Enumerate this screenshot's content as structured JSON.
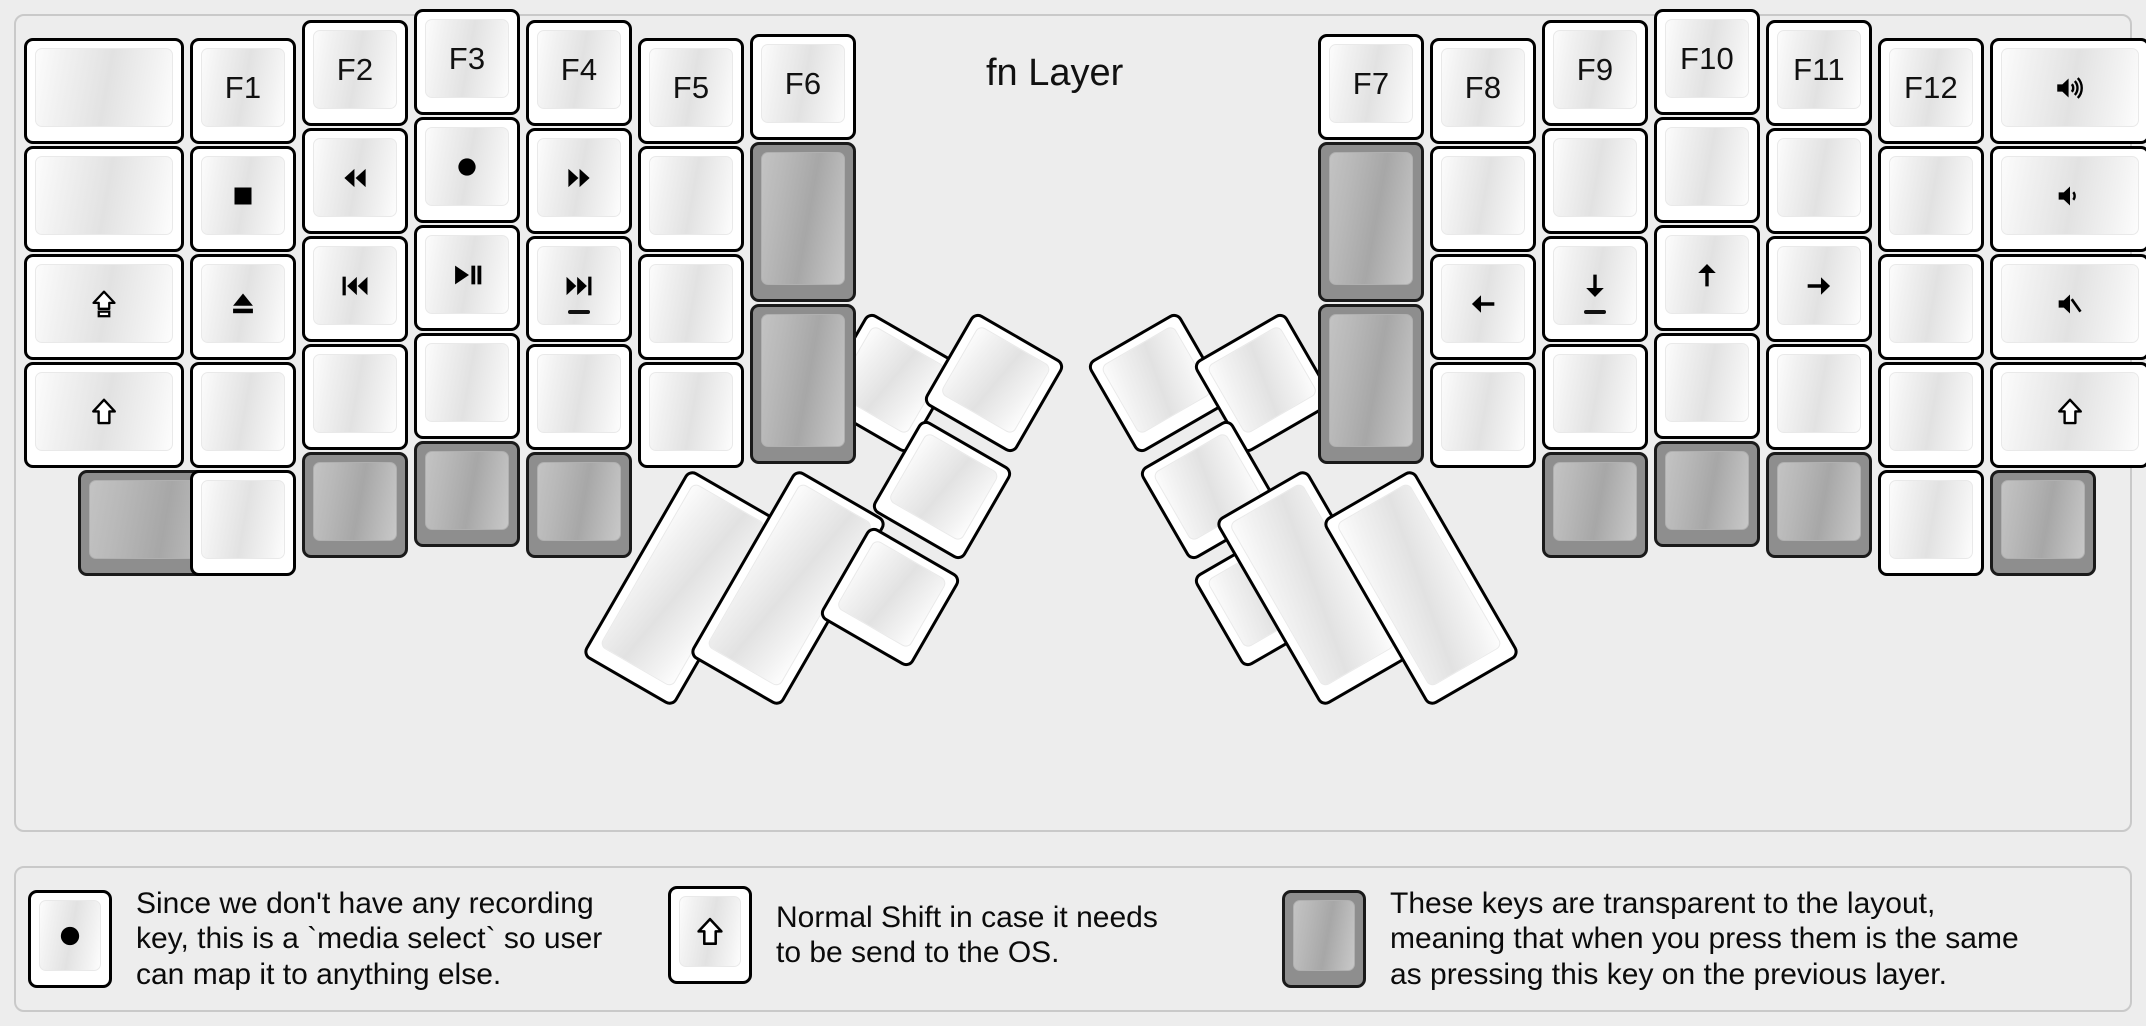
{
  "title": "fn Layer",
  "colors": {
    "background": "#ededed",
    "panel_border": "#c9c9c9",
    "key_fill": "#ffffff",
    "key_border": "#000000",
    "transparent_key_fill": "#8e8e8e",
    "transparent_cap_fill": "#b4b4b4",
    "text": "#111111"
  },
  "left_half": {
    "columns": [
      {
        "name": "col-outer-left",
        "keys": [
          {
            "label": "",
            "icon": "",
            "style": "normal"
          },
          {
            "label": "",
            "icon": "",
            "style": "normal"
          },
          {
            "label": "",
            "icon": "caps-lock",
            "style": "normal"
          },
          {
            "label": "",
            "icon": "shift",
            "style": "normal"
          },
          {
            "label": "",
            "icon": "",
            "style": "transparent"
          }
        ]
      },
      {
        "name": "col-f1",
        "keys": [
          {
            "label": "F1",
            "icon": "",
            "style": "normal"
          },
          {
            "label": "",
            "icon": "media-stop",
            "style": "normal"
          },
          {
            "label": "",
            "icon": "media-eject",
            "style": "normal"
          },
          {
            "label": "",
            "icon": "",
            "style": "normal"
          },
          {
            "label": "",
            "icon": "",
            "style": "normal"
          }
        ]
      },
      {
        "name": "col-f2",
        "keys": [
          {
            "label": "F2",
            "icon": "",
            "style": "normal"
          },
          {
            "label": "",
            "icon": "media-rewind",
            "style": "normal"
          },
          {
            "label": "",
            "icon": "media-prev-track",
            "style": "normal"
          },
          {
            "label": "",
            "icon": "",
            "style": "normal"
          },
          {
            "label": "",
            "icon": "",
            "style": "transparent"
          }
        ]
      },
      {
        "name": "col-f3",
        "keys": [
          {
            "label": "F3",
            "icon": "",
            "style": "normal"
          },
          {
            "label": "",
            "icon": "media-record",
            "style": "normal"
          },
          {
            "label": "",
            "icon": "media-play-pause",
            "style": "normal"
          },
          {
            "label": "",
            "icon": "",
            "style": "normal"
          },
          {
            "label": "",
            "icon": "",
            "style": "transparent"
          }
        ]
      },
      {
        "name": "col-f4",
        "keys": [
          {
            "label": "F4",
            "icon": "",
            "style": "normal"
          },
          {
            "label": "",
            "icon": "media-fast-forward",
            "style": "normal"
          },
          {
            "label": "",
            "icon": "media-next-track",
            "style": "normal",
            "homing": true
          },
          {
            "label": "",
            "icon": "",
            "style": "normal"
          },
          {
            "label": "",
            "icon": "",
            "style": "transparent"
          }
        ]
      },
      {
        "name": "col-f5",
        "keys": [
          {
            "label": "F5",
            "icon": "",
            "style": "normal"
          },
          {
            "label": "",
            "icon": "",
            "style": "normal"
          },
          {
            "label": "",
            "icon": "",
            "style": "normal"
          },
          {
            "label": "",
            "icon": "",
            "style": "normal"
          }
        ]
      },
      {
        "name": "col-f6",
        "keys": [
          {
            "label": "F6",
            "icon": "",
            "style": "normal"
          },
          {
            "label": "",
            "icon": "",
            "style": "transparent",
            "tall": true
          },
          {
            "label": "",
            "icon": "",
            "style": "transparent",
            "tall": true
          }
        ]
      }
    ],
    "thumb_cluster": [
      {
        "name": "thumb-2u-outer",
        "icon": "",
        "style": "normal",
        "size": "2u"
      },
      {
        "name": "thumb-2u-inner",
        "icon": "",
        "style": "normal",
        "size": "2u"
      },
      {
        "name": "thumb-1u-top",
        "icon": "",
        "style": "normal",
        "size": "1u"
      },
      {
        "name": "thumb-1u-top2",
        "icon": "",
        "style": "normal",
        "size": "1u"
      },
      {
        "name": "thumb-1u-mid",
        "icon": "",
        "style": "normal",
        "size": "1u"
      },
      {
        "name": "thumb-1u-bot",
        "icon": "",
        "style": "normal",
        "size": "1u"
      }
    ]
  },
  "right_half": {
    "columns": [
      {
        "name": "col-f7",
        "keys": [
          {
            "label": "F7",
            "icon": "",
            "style": "normal"
          },
          {
            "label": "",
            "icon": "",
            "style": "transparent",
            "tall": true
          },
          {
            "label": "",
            "icon": "",
            "style": "transparent",
            "tall": true
          }
        ]
      },
      {
        "name": "col-f8",
        "keys": [
          {
            "label": "F8",
            "icon": "",
            "style": "normal"
          },
          {
            "label": "",
            "icon": "",
            "style": "normal"
          },
          {
            "label": "",
            "icon": "arrow-left",
            "style": "normal"
          },
          {
            "label": "",
            "icon": "",
            "style": "normal"
          }
        ]
      },
      {
        "name": "col-f9",
        "keys": [
          {
            "label": "F9",
            "icon": "",
            "style": "normal"
          },
          {
            "label": "",
            "icon": "",
            "style": "normal"
          },
          {
            "label": "",
            "icon": "arrow-down",
            "style": "normal",
            "homing": true
          },
          {
            "label": "",
            "icon": "",
            "style": "normal"
          },
          {
            "label": "",
            "icon": "",
            "style": "transparent"
          }
        ]
      },
      {
        "name": "col-f10",
        "keys": [
          {
            "label": "F10",
            "icon": "",
            "style": "normal"
          },
          {
            "label": "",
            "icon": "",
            "style": "normal"
          },
          {
            "label": "",
            "icon": "arrow-up",
            "style": "normal"
          },
          {
            "label": "",
            "icon": "",
            "style": "normal"
          },
          {
            "label": "",
            "icon": "",
            "style": "transparent"
          }
        ]
      },
      {
        "name": "col-f11",
        "keys": [
          {
            "label": "F11",
            "icon": "",
            "style": "normal"
          },
          {
            "label": "",
            "icon": "",
            "style": "normal"
          },
          {
            "label": "",
            "icon": "arrow-right",
            "style": "normal"
          },
          {
            "label": "",
            "icon": "",
            "style": "normal"
          },
          {
            "label": "",
            "icon": "",
            "style": "transparent"
          }
        ]
      },
      {
        "name": "col-f12",
        "keys": [
          {
            "label": "F12",
            "icon": "",
            "style": "normal"
          },
          {
            "label": "",
            "icon": "",
            "style": "normal"
          },
          {
            "label": "",
            "icon": "",
            "style": "normal"
          },
          {
            "label": "",
            "icon": "",
            "style": "normal"
          },
          {
            "label": "",
            "icon": "",
            "style": "normal"
          }
        ]
      },
      {
        "name": "col-outer-right",
        "keys": [
          {
            "label": "",
            "icon": "volume-up",
            "style": "normal"
          },
          {
            "label": "",
            "icon": "volume-down",
            "style": "normal"
          },
          {
            "label": "",
            "icon": "volume-mute",
            "style": "normal"
          },
          {
            "label": "",
            "icon": "shift",
            "style": "normal"
          },
          {
            "label": "",
            "icon": "",
            "style": "transparent"
          }
        ]
      }
    ],
    "thumb_cluster": [
      {
        "name": "thumb-1u-top",
        "icon": "",
        "style": "normal",
        "size": "1u"
      },
      {
        "name": "thumb-1u-top2",
        "icon": "",
        "style": "normal",
        "size": "1u"
      },
      {
        "name": "thumb-1u-mid",
        "icon": "",
        "style": "normal",
        "size": "1u"
      },
      {
        "name": "thumb-1u-bot",
        "icon": "",
        "style": "normal",
        "size": "1u"
      },
      {
        "name": "thumb-2u-inner",
        "icon": "",
        "style": "normal",
        "size": "2u"
      },
      {
        "name": "thumb-2u-outer",
        "icon": "",
        "style": "normal",
        "size": "2u"
      }
    ]
  },
  "legend": [
    {
      "icon": "media-record",
      "style": "normal",
      "text": "Since we don't have any recording\nkey, this is a `media select` so user\ncan map it to anything else."
    },
    {
      "icon": "shift",
      "style": "normal",
      "text": "Normal Shift in case it needs\nto be send to the OS."
    },
    {
      "icon": "",
      "style": "transparent",
      "text": "These keys are transparent to the layout,\nmeaning that when you press them is the same\nas pressing this key on the previous layer."
    }
  ]
}
